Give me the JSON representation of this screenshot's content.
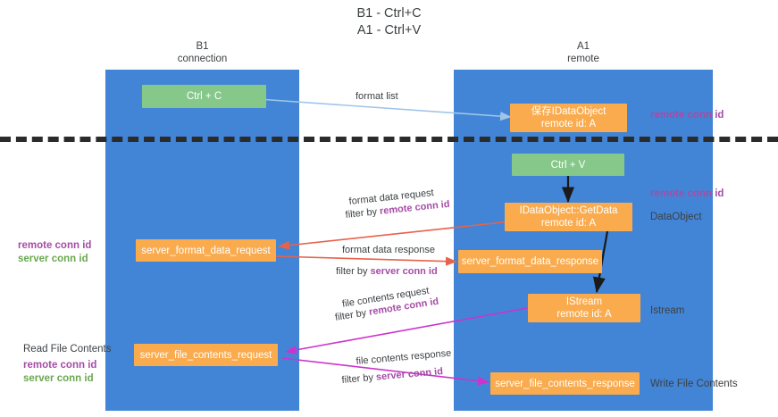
{
  "diagram": {
    "title_line1": "B1 - Ctrl+C",
    "title_line2": "A1 - Ctrl+V",
    "columns": [
      {
        "name": "B1",
        "role": "connection"
      },
      {
        "name": "A1",
        "role": "remote"
      }
    ],
    "colors": {
      "lane": "#4285d6",
      "node_green": "#85c88a",
      "node_orange": "#f9ab4e",
      "accent_purple": "#a64ca6",
      "accent_green": "#6aa84f",
      "arrow_blue": "#9fc5e8",
      "arrow_red": "#e8624a",
      "arrow_magenta": "#cc33cc",
      "arrow_black": "#1a1a1a",
      "divider": "#2b2b2b"
    },
    "nodes": {
      "ctrl_c": "Ctrl + C",
      "save_idataobject_l1": "保存IDataObject",
      "save_idataobject_l2": "remote id: A",
      "ctrl_v": "Ctrl + V",
      "getdata_l1": "IDataObject::GetData",
      "getdata_l2": "remote id: A",
      "server_format_data_request": "server_format_data_request",
      "server_format_data_response": "server_format_data_response",
      "istream_l1": "IStream",
      "istream_l2": "remote id: A",
      "server_file_contents_request": "server_file_contents_request",
      "server_file_contents_response": "server_file_contents_response"
    },
    "right_labels": {
      "remote_conn_id_top": "remote conn id",
      "remote_conn_id_mid": "remote conn id",
      "dataobject": "DataObject",
      "istream": "Istream",
      "write_file_contents": "Write File Contents"
    },
    "left_labels": {
      "remote_conn_id": "remote conn id",
      "server_conn_id": "server conn id",
      "read_file_contents": "Read File Contents",
      "remote_conn_id_2": "remote conn id",
      "server_conn_id_2": "server conn id"
    },
    "edges": {
      "format_list": "format list",
      "format_data_request": "format data request",
      "filter_by_remote_conn_id_1_prefix": "filter by ",
      "filter_by_remote_conn_id_1_value": "remote conn id",
      "format_data_response": "format data response",
      "filter_by_server_conn_id_1_prefix": "filter by ",
      "filter_by_server_conn_id_1_value": "server conn id",
      "file_contents_request": "file contents request",
      "filter_by_remote_conn_id_2_prefix": "filter by ",
      "filter_by_remote_conn_id_2_value": "remote conn id",
      "file_contents_response": "file contents response",
      "filter_by_server_conn_id_2_prefix": "filter by ",
      "filter_by_server_conn_id_2_value": "server conn id"
    }
  }
}
